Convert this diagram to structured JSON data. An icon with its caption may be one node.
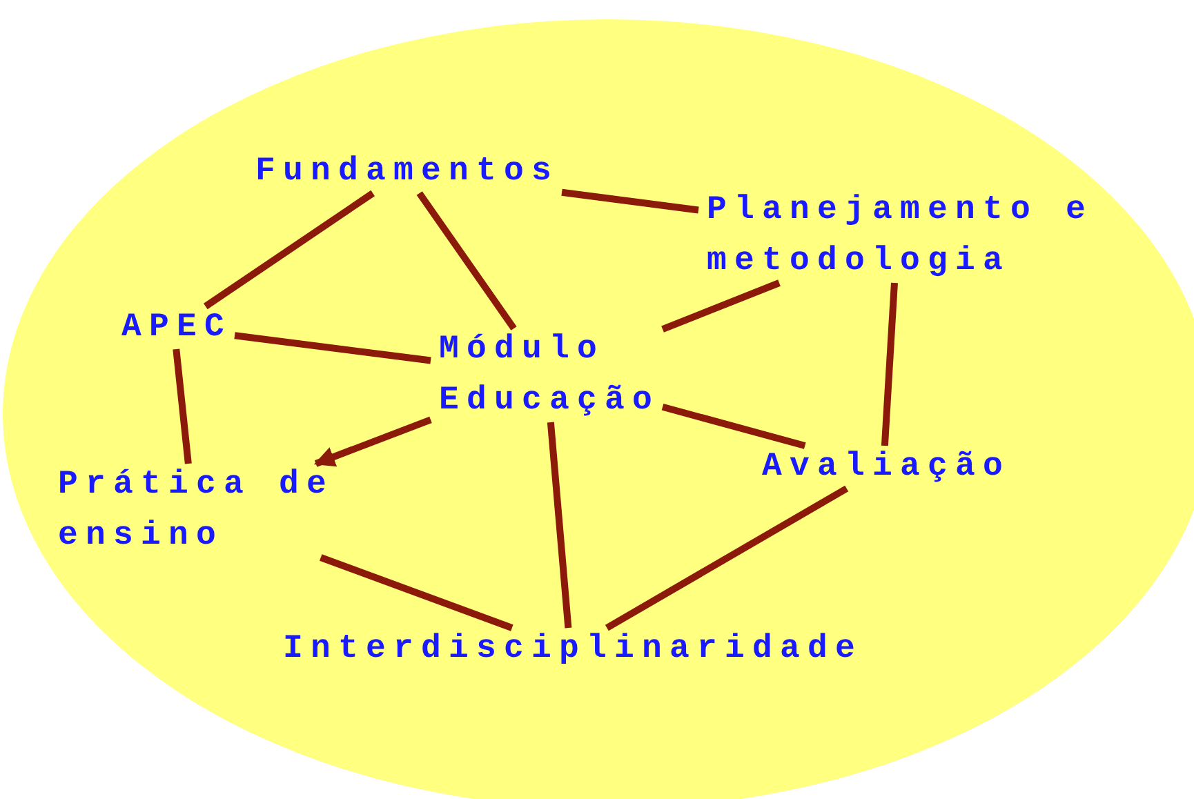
{
  "diagram": {
    "nodes": [
      {
        "text": [
          "Fundamentos"
        ]
      },
      {
        "text": [
          "Planejamento e metodologia"
        ]
      },
      {
        "text": [
          "APEC"
        ]
      },
      {
        "text": [
          "Módulo Educação"
        ]
      },
      {
        "text": [
          "Prática de ensino"
        ]
      },
      {
        "text": [
          "Avaliação"
        ]
      },
      {
        "text": [
          "Interdisciplinaridade"
        ]
      }
    ],
    "edges": [
      {
        "from": 0,
        "to": 1,
        "arrow": "none"
      },
      {
        "from": 0,
        "to": 2,
        "arrow": "none"
      },
      {
        "from": 0,
        "to": 3,
        "arrow": "none"
      },
      {
        "from": 1,
        "to": 3,
        "arrow": "none"
      },
      {
        "from": 1,
        "to": 5,
        "arrow": "none"
      },
      {
        "from": 2,
        "to": 3,
        "arrow": "none"
      },
      {
        "from": 2,
        "to": 4,
        "arrow": "none"
      },
      {
        "from": 3,
        "to": 4,
        "arrow": "to"
      },
      {
        "from": 3,
        "to": 5,
        "arrow": "none"
      },
      {
        "from": 3,
        "to": 6,
        "arrow": "none"
      },
      {
        "from": 4,
        "to": 6,
        "arrow": "none"
      },
      {
        "from": 5,
        "to": 6,
        "arrow": "none"
      }
    ]
  }
}
